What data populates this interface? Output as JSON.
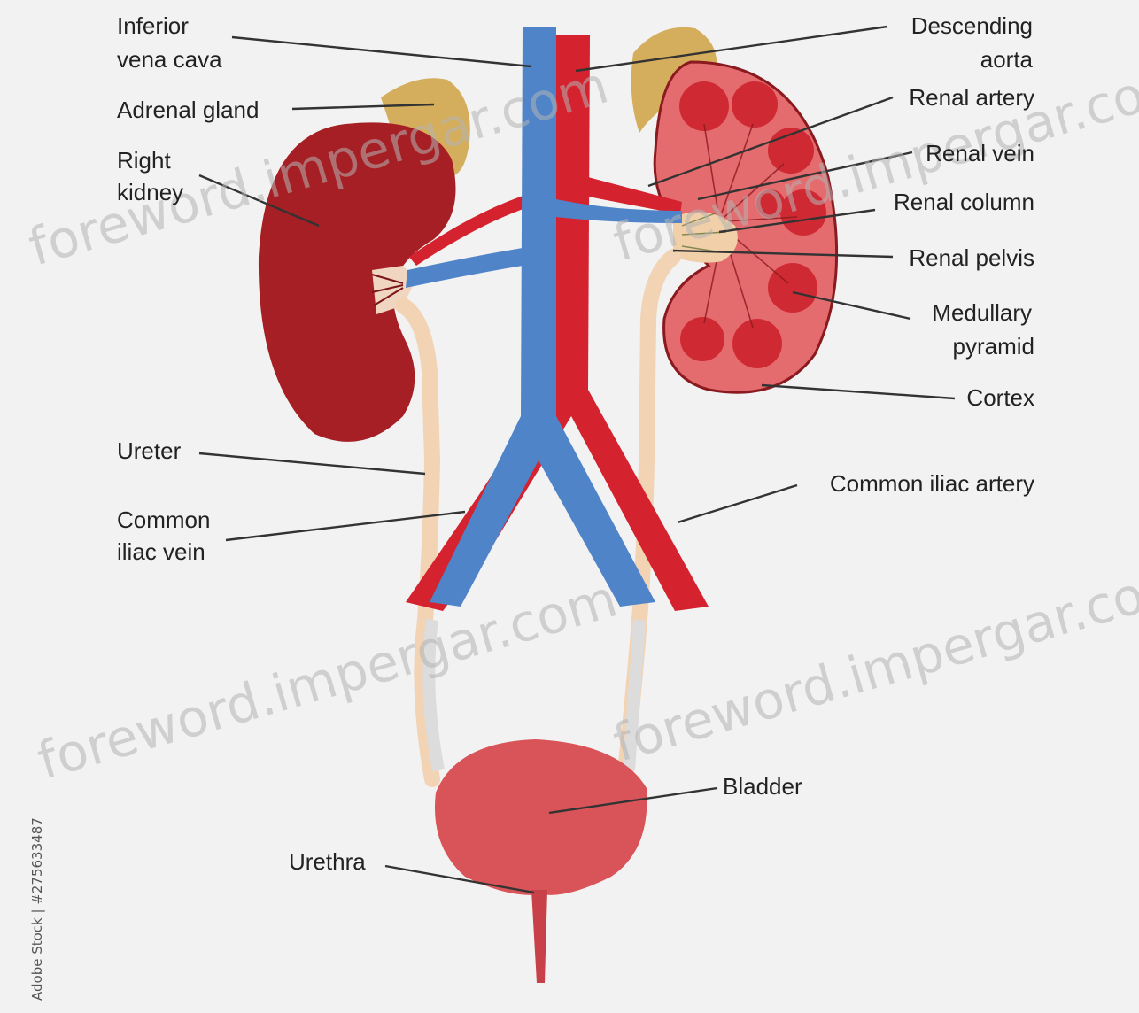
{
  "labels": {
    "inferior_vena_cava": [
      "Inferior",
      "vena cava"
    ],
    "adrenal_gland": "Adrenal gland",
    "right_kidney": [
      "Right",
      "kidney"
    ],
    "ureter": "Ureter",
    "common_iliac_vein": [
      "Common",
      "iliac vein"
    ],
    "urethra": "Urethra",
    "descending_aorta": [
      "Descending",
      "aorta"
    ],
    "renal_artery": "Renal artery",
    "renal_vein": "Renal vein",
    "renal_column": "Renal column",
    "renal_pelvis": "Renal pelvis",
    "medullary_pyramid": [
      "Medullary",
      "pyramid"
    ],
    "cortex": "Cortex",
    "common_iliac_artery": "Common iliac artery",
    "bladder": "Bladder"
  },
  "watermark": "foreword.impergar.com",
  "credit": "Adobe Stock | #275633487",
  "colors": {
    "background": "#f2f2f2",
    "vein_blue": "#4f84c9",
    "artery_red": "#d4232e",
    "kidney_dark": "#a51f24",
    "kidney_cortex": "#e46b6e",
    "kidney_pyramid": "#cf2a33",
    "adrenal": "#d4ae5c",
    "ureter": "#f2d3b4",
    "bladder": "#d95459"
  }
}
